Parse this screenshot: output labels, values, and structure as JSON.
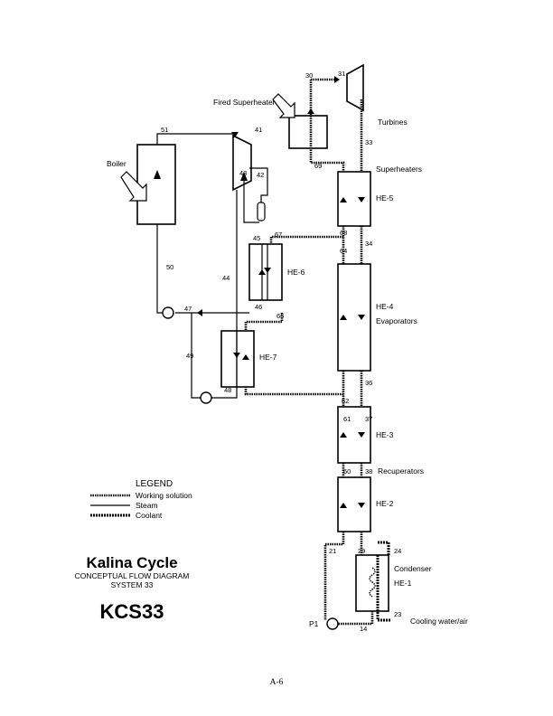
{
  "components": {
    "fired_superheater": "Fired Superheater",
    "turbines": "Turbines",
    "superheaters": "Superheaters",
    "boiler": "Boiler",
    "he5": "HE-5",
    "he6": "HE-6",
    "he4": "HE-4",
    "evaporators": "Evaporators",
    "he7": "HE-7",
    "he3": "HE-3",
    "recuperators": "Recuperators",
    "he2": "HE-2",
    "condenser": "Condenser",
    "he1": "HE-1",
    "cooling": "Cooling water/air",
    "pump": "P1"
  },
  "streams": {
    "s30": "30",
    "s31": "31",
    "s33": "33",
    "s69": "69",
    "s51": "51",
    "s41": "41",
    "s42": "42",
    "s43": "43",
    "s45": "45",
    "s67": "67",
    "s68": "68",
    "s34": "34",
    "s64": "64",
    "s50": "50",
    "s44": "44",
    "s47": "47",
    "s46": "46",
    "s66": "66",
    "s49": "49",
    "s48": "48",
    "s62": "62",
    "s36": "36",
    "s61": "61",
    "s37": "37",
    "s60": "60",
    "s38": "38",
    "s21": "21",
    "s29": "29",
    "s24": "24",
    "s23": "23",
    "s14": "14"
  },
  "legend": {
    "title": "LEGEND",
    "working": "Working solution",
    "steam": "Steam",
    "coolant": "Coolant"
  },
  "caption": {
    "title": "Kalina Cycle",
    "line1": "CONCEPTUAL FLOW DIAGRAM",
    "line2": "SYSTEM 33",
    "code": "KCS33"
  },
  "page_number": "A-6"
}
